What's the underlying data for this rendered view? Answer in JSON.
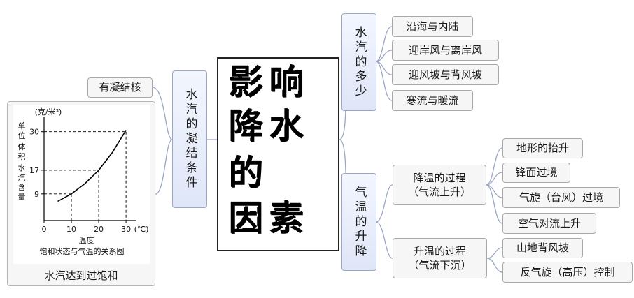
{
  "center": {
    "chars": [
      "影",
      "响",
      "降",
      "水",
      "的",
      "因",
      "素"
    ]
  },
  "left_branch": {
    "title": "水汽的凝结条件",
    "nucleus": "有凝结核",
    "saturation": "水汽达到过饱和"
  },
  "top_branch": {
    "title": "水汽的多少",
    "items": [
      "沿海与内陆",
      "迎岸风与离岸风",
      "迎风坡与背风坡",
      "寒流与暖流"
    ]
  },
  "bottom_branch": {
    "title": "气温的升降",
    "falling": {
      "label": "降温的过程\n（气流上升）",
      "items": [
        "地形的抬升",
        "锋面过境",
        "气旋（台风）过境",
        "空气对流上升"
      ]
    },
    "rising": {
      "label": "升温的过程\n（气流下沉）",
      "items": [
        "山地背风坡",
        "反气旋（高压）控制"
      ]
    }
  },
  "chart_data": {
    "type": "line",
    "title": "饱和状态与气温的关系图",
    "xlabel": "温度",
    "x_unit": "(℃)",
    "ylabel": "单位体积水汽含量",
    "y_unit": "(克/米³)",
    "x_ticks": [
      0,
      10,
      20,
      30
    ],
    "y_ticks": [
      9,
      17,
      30
    ],
    "xlim": [
      0,
      31
    ],
    "ylim": [
      0,
      33
    ],
    "series": [
      {
        "x": [
          5,
          10,
          15,
          20,
          25,
          30
        ],
        "y": [
          6.5,
          9,
          12.5,
          17,
          23,
          30.5
        ]
      }
    ],
    "reference_points": [
      {
        "x": 10,
        "y": 9
      },
      {
        "x": 20,
        "y": 17
      },
      {
        "x": 30,
        "y": 30
      }
    ]
  }
}
